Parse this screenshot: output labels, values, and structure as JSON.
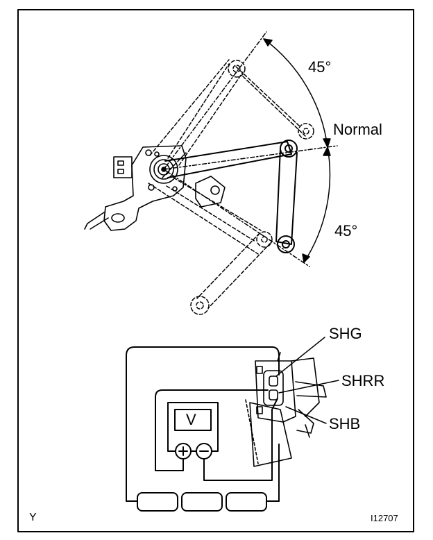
{
  "labels": {
    "angle_top": "45°",
    "normal": "Normal",
    "angle_bottom": "45°",
    "shg": "SHG",
    "shrr": "SHRR",
    "shb": "SHB",
    "voltmeter": "V",
    "plus": "+",
    "minus": "−",
    "corner_left": "Y",
    "figure_code": "I12707"
  },
  "colors": {
    "ink": "#000000",
    "paper": "#ffffff"
  }
}
